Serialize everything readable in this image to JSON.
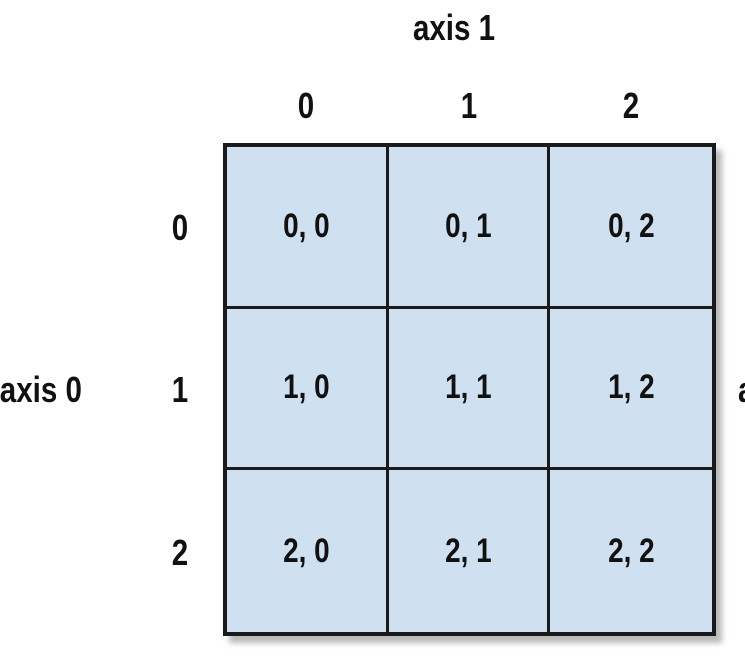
{
  "axis1_label": "axis 1",
  "axis0_label": "axis 0",
  "right_edge_glyph": "a",
  "column_indices": [
    "0",
    "1",
    "2"
  ],
  "row_indices": [
    "0",
    "1",
    "2"
  ],
  "cells": [
    [
      "0, 0",
      "0, 1",
      "0, 2"
    ],
    [
      "1, 0",
      "1, 1",
      "1, 2"
    ],
    [
      "2, 0",
      "2, 1",
      "2, 2"
    ]
  ],
  "colors": {
    "cell_fill": "#cfe0f0",
    "grid_lines": "#1a1a1a",
    "text": "#111111"
  }
}
